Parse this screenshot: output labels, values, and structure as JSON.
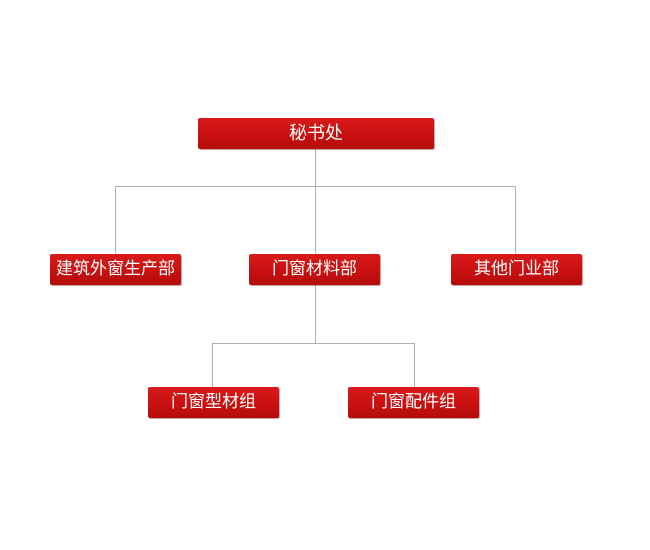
{
  "org_chart": {
    "root": {
      "label": "秘书处"
    },
    "departments": [
      {
        "label": "建筑外窗生产部"
      },
      {
        "label": "门窗材料部"
      },
      {
        "label": "其他门业部"
      }
    ],
    "material_groups": [
      {
        "label": "门窗型材组"
      },
      {
        "label": "门窗配件组"
      }
    ],
    "colors": {
      "node_fill": "#c81010",
      "node_text": "#ffffff",
      "connector": "#b0b0b0"
    }
  }
}
